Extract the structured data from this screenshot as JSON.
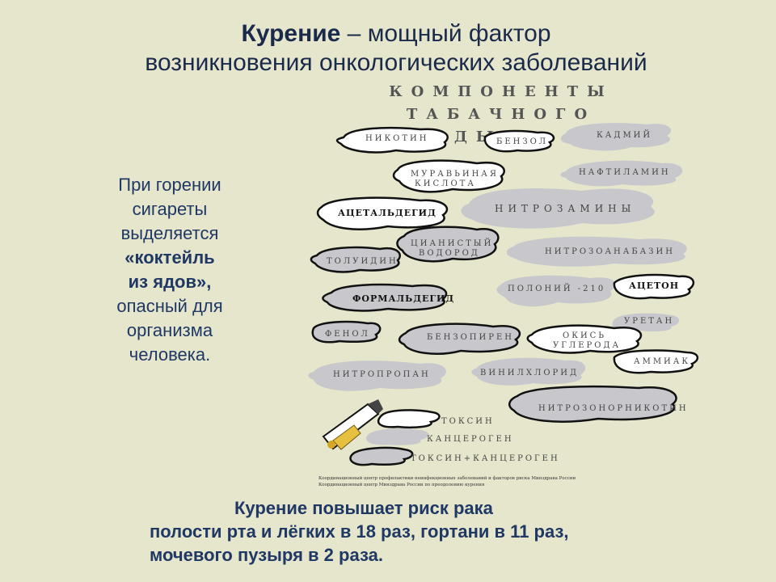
{
  "title": {
    "bold": "Курение",
    "rest": " – мощный фактор",
    "line2": "возникновения онкологических заболеваний"
  },
  "left": {
    "line1": "При горении",
    "line2": "сигареты",
    "line3": "выделяется",
    "line4": "«коктейль",
    "line5": "из ядов»,",
    "line6": "опасный для",
    "line7": "организма",
    "line8": "человека."
  },
  "bottom": {
    "line1": "Курение повышает риск рака",
    "line2": "полости рта и лёгких в 18 раз, гортани в 11 раз,",
    "line3": "мочевого пузыря в 2 раза."
  },
  "diagram": {
    "title_line1": "КОМПОНЕНТЫ",
    "title_line2": "ТАБАЧНОГО ДЫМА",
    "components": {
      "nikotin": "НИКОТИН",
      "benzol": "БЕНЗОЛ",
      "kadmiy": "КАДМИЙ",
      "muravyinaya": "МУРАВЬИНАЯ",
      "kislota": "КИСЛОТА",
      "naftilamin": "НАФТИЛАМИН",
      "acetaldegid": "АЦЕТАЛЬДЕГИД",
      "nitrozaminy": "НИТРОЗАМИНЫ",
      "cianistiy": "ЦИАНИСТЫЙ",
      "vodorod": "ВОДОРОД",
      "toluidin": "ТОЛУИДИН",
      "nitrozoanabazin": "НИТРОЗОАНАБАЗИН",
      "poloniy": "ПОЛОНИЙ -210",
      "aceton": "АЦЕТОН",
      "formaldegid": "ФОРМАЛЬДЕГИД",
      "uretan": "УРЕТАН",
      "fenol": "ФЕНОЛ",
      "benzopiren": "БЕНЗОПИРЕН",
      "okis": "ОКИСЬ",
      "ugleroda": "УГЛЕРОДА",
      "ammiak": "АММИАК",
      "nitropropan": "НИТРОПРОПАН",
      "vinilhlorid": "ВИНИЛХЛОРИД",
      "nitrozonornikotin": "НИТРОЗОНОРНИКОТИН"
    },
    "legend": {
      "toxin": "ТОКСИН",
      "carcinogen": "КАНЦЕРОГЕН",
      "both": "ТОКСИН+КАНЦЕРОГЕН"
    },
    "credit_line1": "Координационный центр профилактики неинфекционных заболеваний и факторов риска Минздрава России",
    "credit_line2": "Координационный центр Минздрава России по преодолению курения"
  },
  "colors": {
    "background": "#e6e6cd",
    "text": "#1f3864",
    "cloud_white": "#ffffff",
    "cloud_gray": "#c8c8cc",
    "cloud_outline": "#111111"
  }
}
